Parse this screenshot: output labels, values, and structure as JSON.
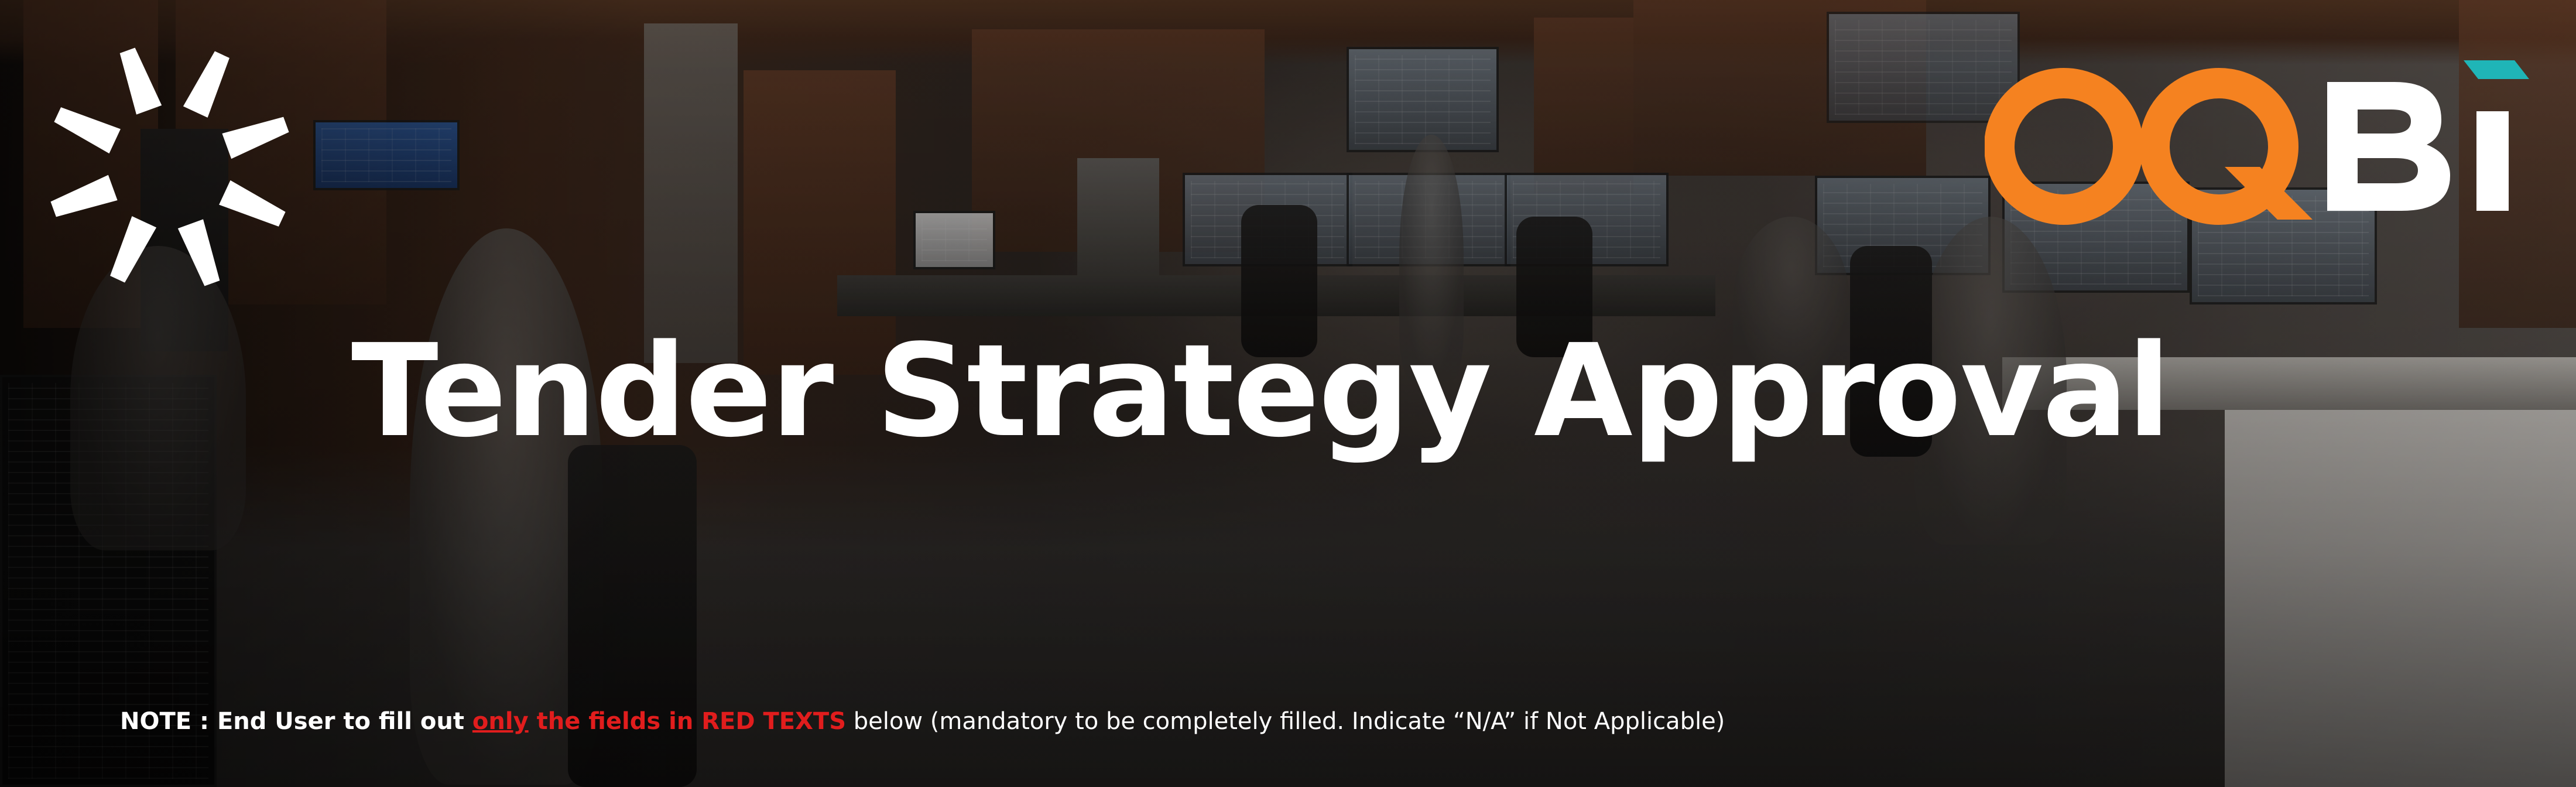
{
  "banner": {
    "title": "Tender Strategy Approval",
    "logo_left": {
      "icon": "starburst-logo-icon",
      "color": "#ffffff"
    },
    "logo_right": {
      "icon": "oqbi-logo-icon",
      "letters": [
        "O",
        "Q",
        "B",
        "i"
      ],
      "colors": {
        "orange": "#f58220",
        "white": "#ffffff",
        "teal": "#1fb5b7"
      }
    },
    "note": {
      "prefix": "NOTE :  ",
      "lead": "End User to fill out ",
      "only": "only",
      "gap": " ",
      "fields": "the fields in RED TEXTS",
      "rest": " below (mandatory to be completely filled. Indicate “N/A” if Not Applicable)",
      "colors": {
        "emphasis": "#e11d1d",
        "text": "#ffffff"
      }
    }
  }
}
